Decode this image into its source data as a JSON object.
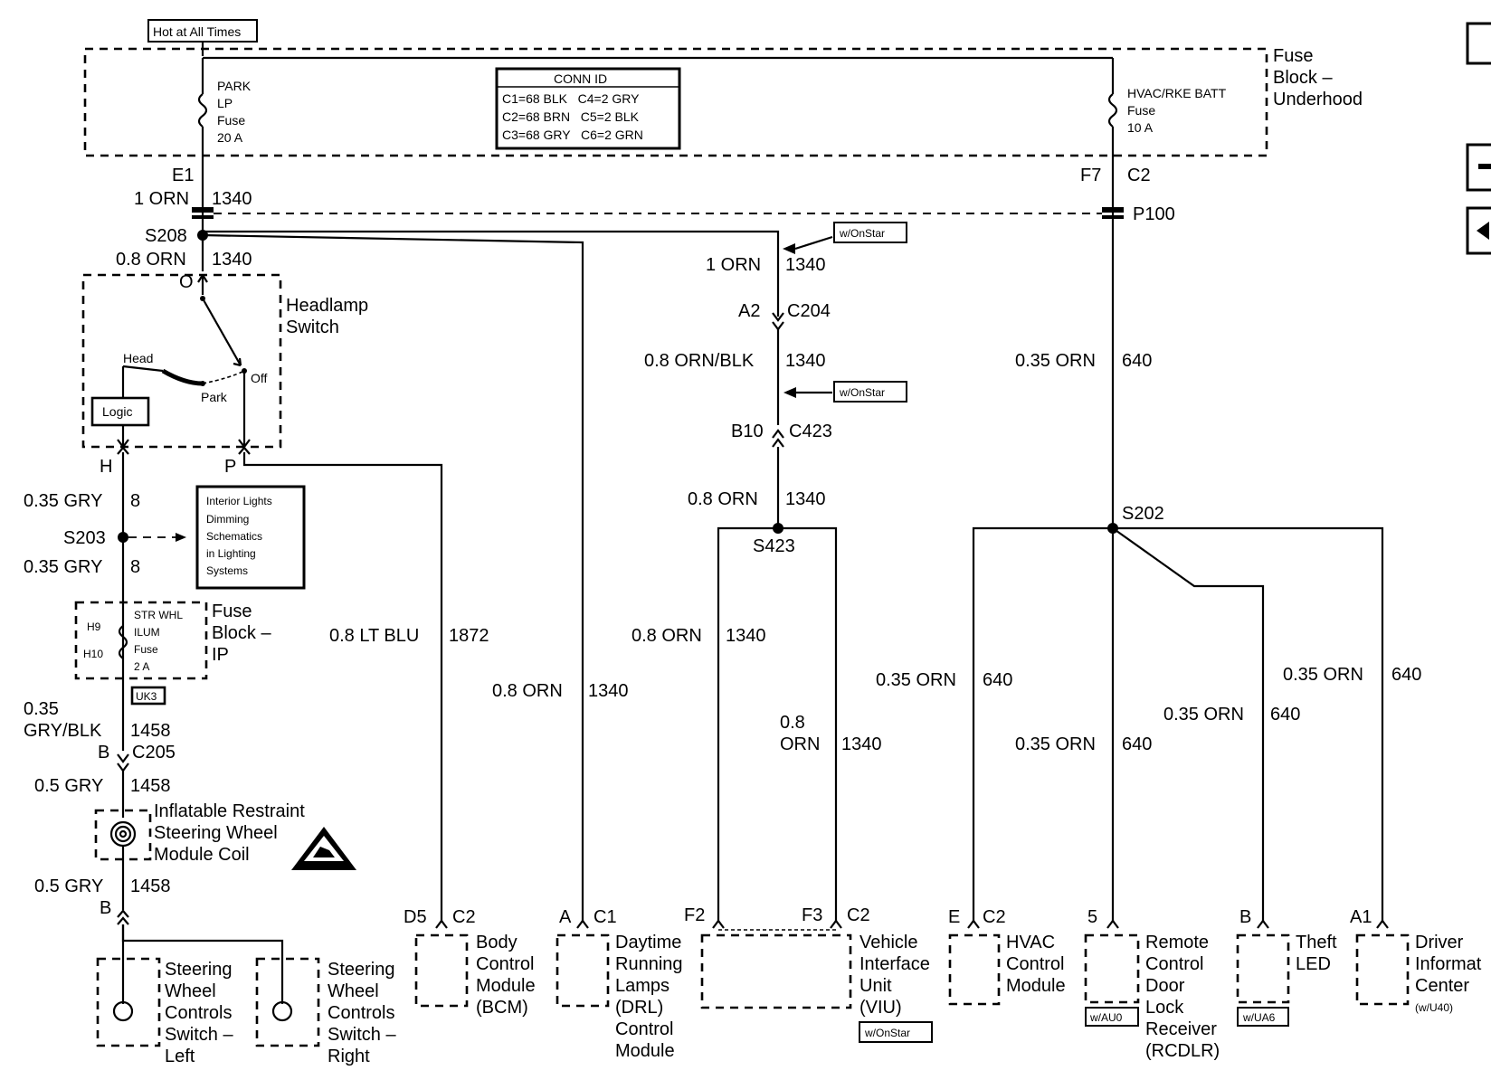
{
  "header": {
    "hot_label": "Hot at All Times"
  },
  "fuse_block_underhood": {
    "title_1": "Fuse",
    "title_2": "Block –",
    "title_3": "Underhood",
    "park_fuse": [
      "PARK",
      "LP",
      "Fuse",
      "20 A"
    ],
    "hvac_fuse": [
      "HVAC/RKE BATT",
      "Fuse",
      "10 A"
    ]
  },
  "conn_id": {
    "title": "CONN ID",
    "rows": [
      "C1=68 BLK   C4=2 GRY",
      "C2=68 BRN   C5=2 BLK",
      "C3=68 GRY   C6=2 GRN"
    ]
  },
  "connectors": {
    "e1": "E1",
    "f7": "F7",
    "c2": "C2",
    "p100": "P100",
    "s208": "S208",
    "o": "O",
    "a2": "A2",
    "c204": "C204",
    "b10": "B10",
    "c423": "C423",
    "s423": "S423",
    "s202": "S202",
    "h": "H",
    "p": "P",
    "s203": "S203",
    "b": "B",
    "c205": "C205",
    "h9": "H9",
    "h10": "H10"
  },
  "wires": {
    "left_1": [
      "1 ORN",
      "1340"
    ],
    "left_2": [
      "0.8 ORN",
      "1340"
    ],
    "left_3": [
      "0.35 GRY",
      "8"
    ],
    "left_4": [
      "0.35 GRY",
      "8"
    ],
    "left_5": [
      "0.35",
      "GRY/BLK",
      "1458"
    ],
    "left_6": [
      "0.5 GRY",
      "1458"
    ],
    "left_7": [
      "0.5 GRY",
      "1458"
    ],
    "blu": [
      "0.8 LT BLU",
      "1872"
    ],
    "drl": [
      "0.8 ORN",
      "1340"
    ],
    "mid_1": [
      "1 ORN",
      "1340"
    ],
    "mid_2": [
      "0.8 ORN/BLK",
      "1340"
    ],
    "mid_3": [
      "0.8 ORN",
      "1340"
    ],
    "viu_l": [
      "0.8 ORN",
      "1340"
    ],
    "viu_r": [
      "0.8",
      "ORN",
      "1340"
    ],
    "p100_w": [
      "0.35 ORN",
      "640"
    ],
    "hvac_w": [
      "0.35 ORN",
      "640"
    ],
    "rcdlr_w": [
      "0.35 ORN",
      "640"
    ],
    "theft_w": [
      "0.35 ORN",
      "640"
    ],
    "dic_w": [
      "0.35 ORN",
      "640"
    ]
  },
  "headlamp": {
    "title_1": "Headlamp",
    "title_2": "Switch",
    "head": "Head",
    "park": "Park",
    "off": "Off",
    "logic": "Logic"
  },
  "interior_note": [
    "Interior Lights",
    "Dimming",
    "Schematics",
    "in Lighting",
    "Systems"
  ],
  "fuse_block_ip": {
    "fuse": [
      "STR WHL",
      "ILUM",
      "Fuse",
      "2 A"
    ],
    "title": [
      "Fuse",
      "Block –",
      "IP"
    ],
    "option": "UK3"
  },
  "airbag_coil": [
    "Inflatable Restraint",
    "Steering Wheel",
    "Module Coil"
  ],
  "tags": {
    "onstar": "w/OnStar",
    "au0": "w/AU0",
    "ua6": "w/UA6"
  },
  "modules": {
    "swc_left": [
      "Steering",
      "Wheel",
      "Controls",
      "Switch –",
      "Left"
    ],
    "swc_right": [
      "Steering",
      "Wheel",
      "Controls",
      "Switch –",
      "Right"
    ],
    "bcm": {
      "pins": [
        "D5",
        "C2"
      ],
      "name": [
        "Body",
        "Control",
        "Module",
        "(BCM)"
      ]
    },
    "drl": {
      "pins": [
        "A",
        "C1"
      ],
      "name": [
        "Daytime",
        "Running",
        "Lamps",
        "(DRL)",
        "Control",
        "Module"
      ]
    },
    "viu": {
      "pins": [
        "F2",
        "F3",
        "C2"
      ],
      "name": [
        "Vehicle",
        "Interface",
        "Unit",
        "(VIU)"
      ]
    },
    "hvac": {
      "pins": [
        "E",
        "C2"
      ],
      "name": [
        "HVAC",
        "Control",
        "Module"
      ]
    },
    "rcdlr": {
      "pins": [
        "5"
      ],
      "name": [
        "Remote",
        "Control",
        "Door",
        "Lock",
        "Receiver",
        "(RCDLR)"
      ]
    },
    "theft": {
      "pins": [
        "B"
      ],
      "name": [
        "Theft",
        "LED"
      ]
    },
    "dic": {
      "pins": [
        "A1"
      ],
      "name": [
        "Driver",
        "Informat",
        "Center",
        "(w/U40)"
      ]
    }
  }
}
